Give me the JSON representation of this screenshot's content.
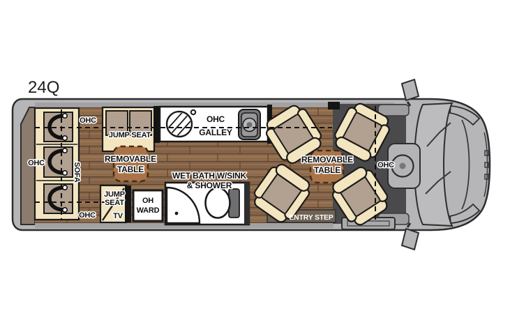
{
  "floorplan": {
    "model": "24Q",
    "labels": {
      "ohc_rear_top": "OHC",
      "ohc_rear_left": "OHC",
      "ohc_rear_bottom": "OHC",
      "ohc_cab": "OHC",
      "sofa": "SOFA",
      "jump_seat": "JUMP SEAT",
      "galley_line1": "OHC",
      "galley_line2": "GALLEY",
      "removable_table_line1": "REMOVABLE",
      "removable_table_line2": "TABLE",
      "jump_seat_tv_line1": "JUMP",
      "jump_seat_tv_line2": "SEAT",
      "jump_seat_tv_line3": "TV",
      "oh_ward_line1": "OH",
      "oh_ward_line2": "WARD",
      "wet_bath_line1": "WET BATH W/SINK",
      "wet_bath_line2": "& SHOWER",
      "entry_step": "ENTRY STEP"
    },
    "colors": {
      "van_body": "#b6b5b7",
      "outline": "#2e2e30",
      "wood_floor": "#8a684a",
      "cab_floor": "#4a4a4c",
      "furniture_cream": "#f3e5bf",
      "cushion_taupe": "#b2a090",
      "table_brown": "#a9744a",
      "rear_door": "#8c7c6e",
      "entry_step": "#6f6355",
      "white_fixture": "#ffffff"
    }
  }
}
